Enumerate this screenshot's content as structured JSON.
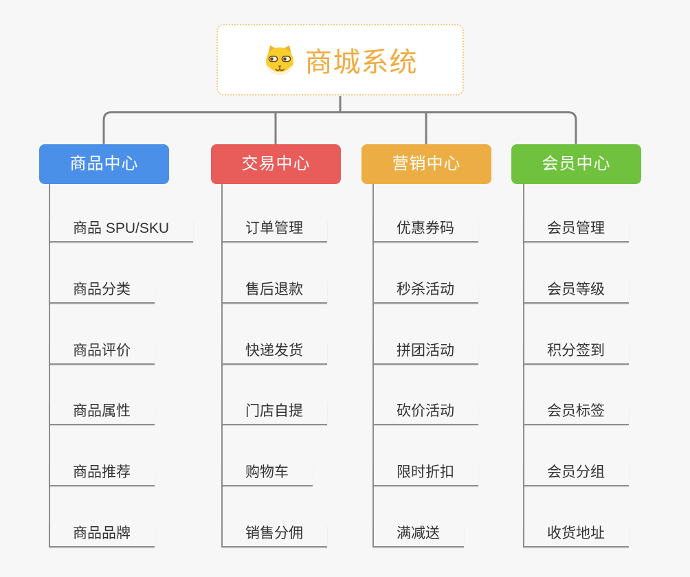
{
  "root": {
    "title": "商城系统",
    "icon": "dog-face-icon",
    "text_color": "#EFAC41",
    "border_color": "#F3CA85",
    "background": "#ffffff"
  },
  "branches": [
    {
      "label": "商品中心",
      "color": "#4B90E8",
      "children": [
        "商品 SPU/SKU",
        "商品分类",
        "商品评价",
        "商品属性",
        "商品推荐",
        "商品品牌"
      ]
    },
    {
      "label": "交易中心",
      "color": "#E85C5A",
      "children": [
        "订单管理",
        "售后退款",
        "快递发货",
        "门店自提",
        "购物车",
        "销售分佣"
      ]
    },
    {
      "label": "营销中心",
      "color": "#ECAE44",
      "children": [
        "优惠券码",
        "秒杀活动",
        "拼团活动",
        "砍价活动",
        "限时折扣",
        "满减送"
      ]
    },
    {
      "label": "会员中心",
      "color": "#70C23E",
      "children": [
        "会员管理",
        "会员等级",
        "积分签到",
        "会员标签",
        "会员分组",
        "收货地址"
      ]
    }
  ],
  "connectors": {
    "color": "#808080",
    "branch_line_color": "#8E8E8E",
    "underline_color": "#8E8E8E"
  },
  "page": {
    "background": "#f7f7f7",
    "leaf_text_color": "#333333"
  }
}
